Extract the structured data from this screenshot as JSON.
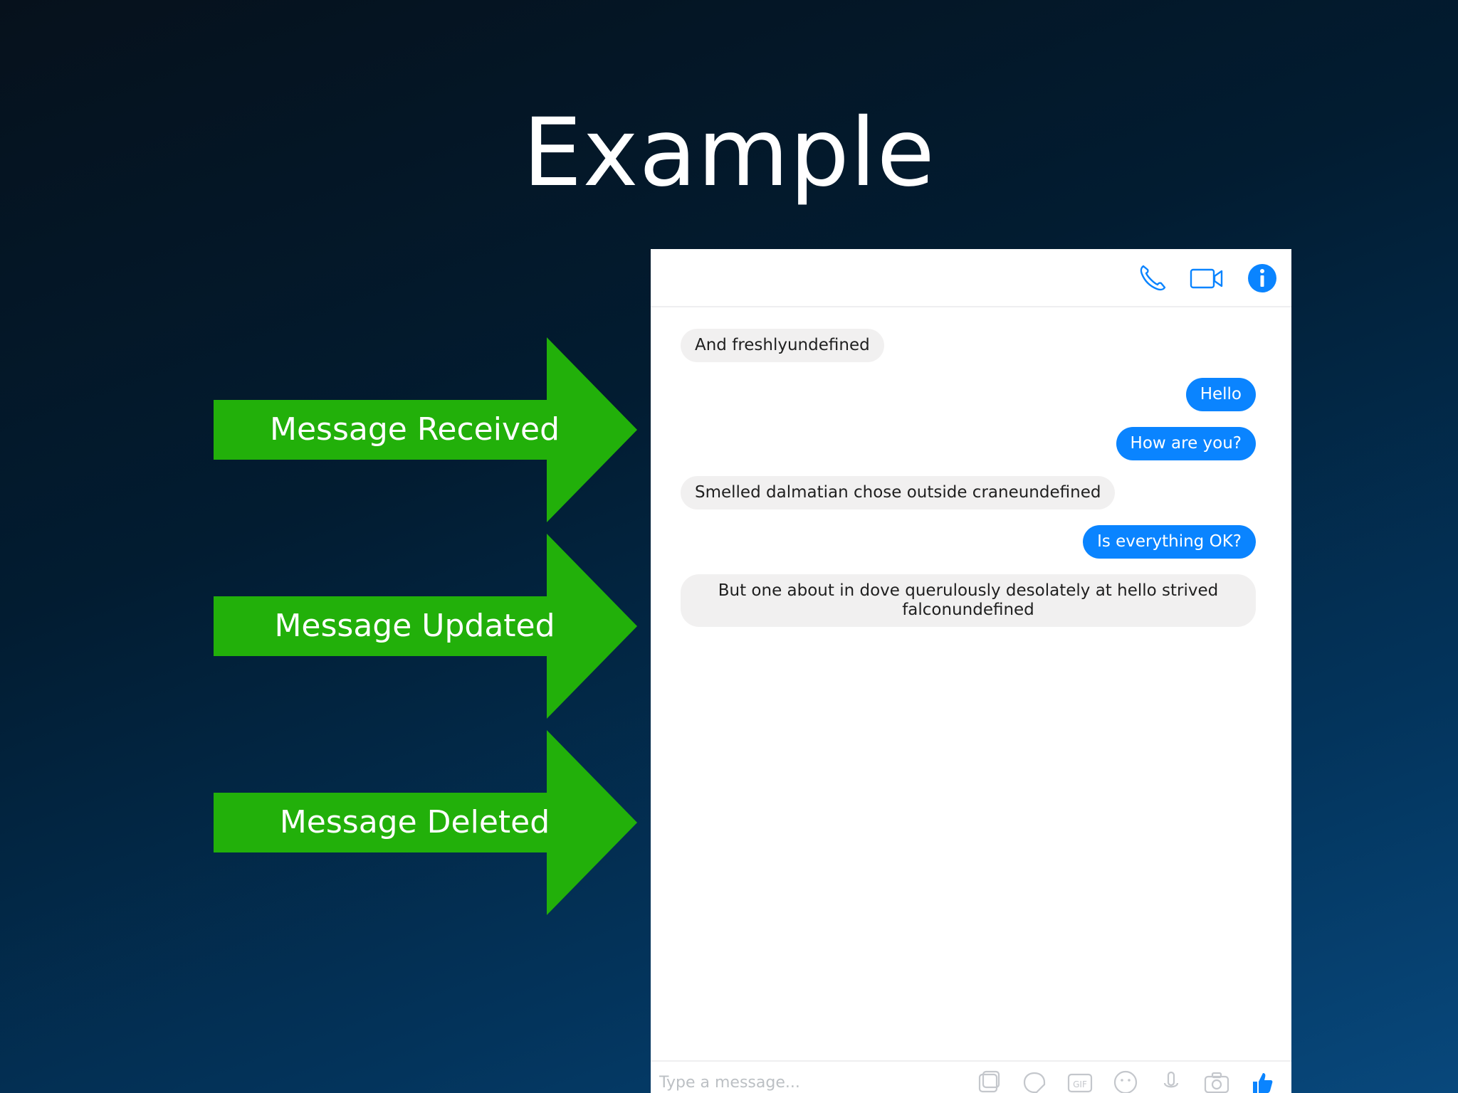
{
  "slide": {
    "title": "Example"
  },
  "arrows": [
    {
      "label": "Message Received",
      "color": "#22b00a"
    },
    {
      "label": "Message Updated",
      "color": "#22b00a"
    },
    {
      "label": "Message Deleted",
      "color": "#22b00a"
    }
  ],
  "chat": {
    "header_icons": [
      "phone-icon",
      "video-camera-icon",
      "info-icon"
    ],
    "accent_color": "#0a84ff",
    "messages": [
      {
        "direction": "incoming",
        "text": "And freshlyundefined"
      },
      {
        "direction": "outgoing",
        "text": "Hello"
      },
      {
        "direction": "outgoing",
        "text": "How are you?"
      },
      {
        "direction": "incoming",
        "text": "Smelled dalmatian chose outside craneundefined"
      },
      {
        "direction": "outgoing",
        "text": "Is everything OK?"
      },
      {
        "direction": "incoming",
        "text": "But one about in dove querulously desolately at hello strived falconundefined"
      }
    ],
    "composer": {
      "placeholder": "Type a message...",
      "icons": [
        "stickers-icon",
        "sticker-icon",
        "gif-icon",
        "emoji-icon",
        "voice-icon",
        "camera-icon",
        "thumbs-up-icon"
      ]
    }
  }
}
